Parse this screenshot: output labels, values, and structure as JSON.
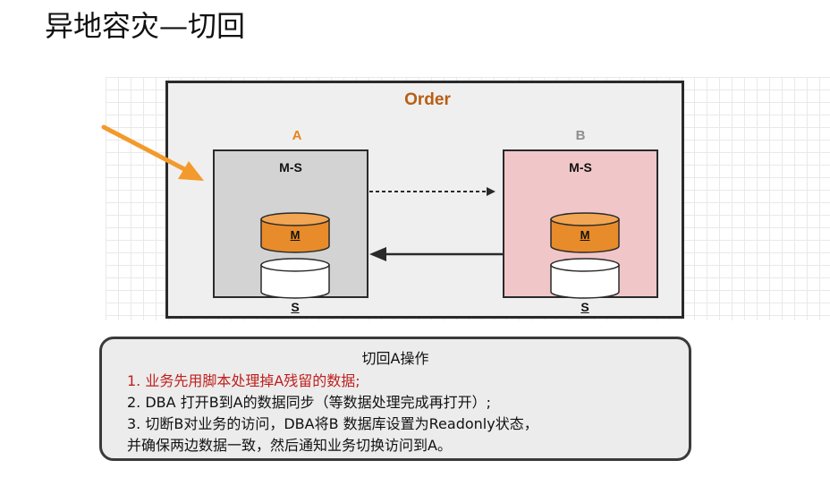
{
  "title": "异地容灾—切回",
  "diagram": {
    "order_label": "Order",
    "node_a": {
      "label": "A",
      "role": "M-S",
      "master": "M",
      "slave": "S",
      "fill_color": "#d3d3d3"
    },
    "node_b": {
      "label": "B",
      "role": "M-S",
      "master": "M",
      "slave": "S",
      "fill_color": "#f0c6c8"
    },
    "colors": {
      "order_text": "#b85e14",
      "label_a": "#e6851c",
      "label_b": "#8e8e8e",
      "master_db": "#e88b2a",
      "pointer_arrow": "#f39a2c"
    }
  },
  "steps": {
    "title": "切回A操作",
    "items": [
      {
        "num": "1. ",
        "text": "业务先用脚本处理掉A残留的数据;",
        "highlight": true
      },
      {
        "num": "2. ",
        "text": "DBA 打开B到A的数据同步（等数据处理完成再打开）;",
        "highlight": false
      },
      {
        "num": "3. ",
        "text": "切断B对业务的访问，DBA将B 数据库设置为Readonly状态，",
        "highlight": false
      },
      {
        "num": "",
        "text": "并确保两边数据一致，然后通知业务切换访问到A。",
        "highlight": false
      }
    ]
  }
}
